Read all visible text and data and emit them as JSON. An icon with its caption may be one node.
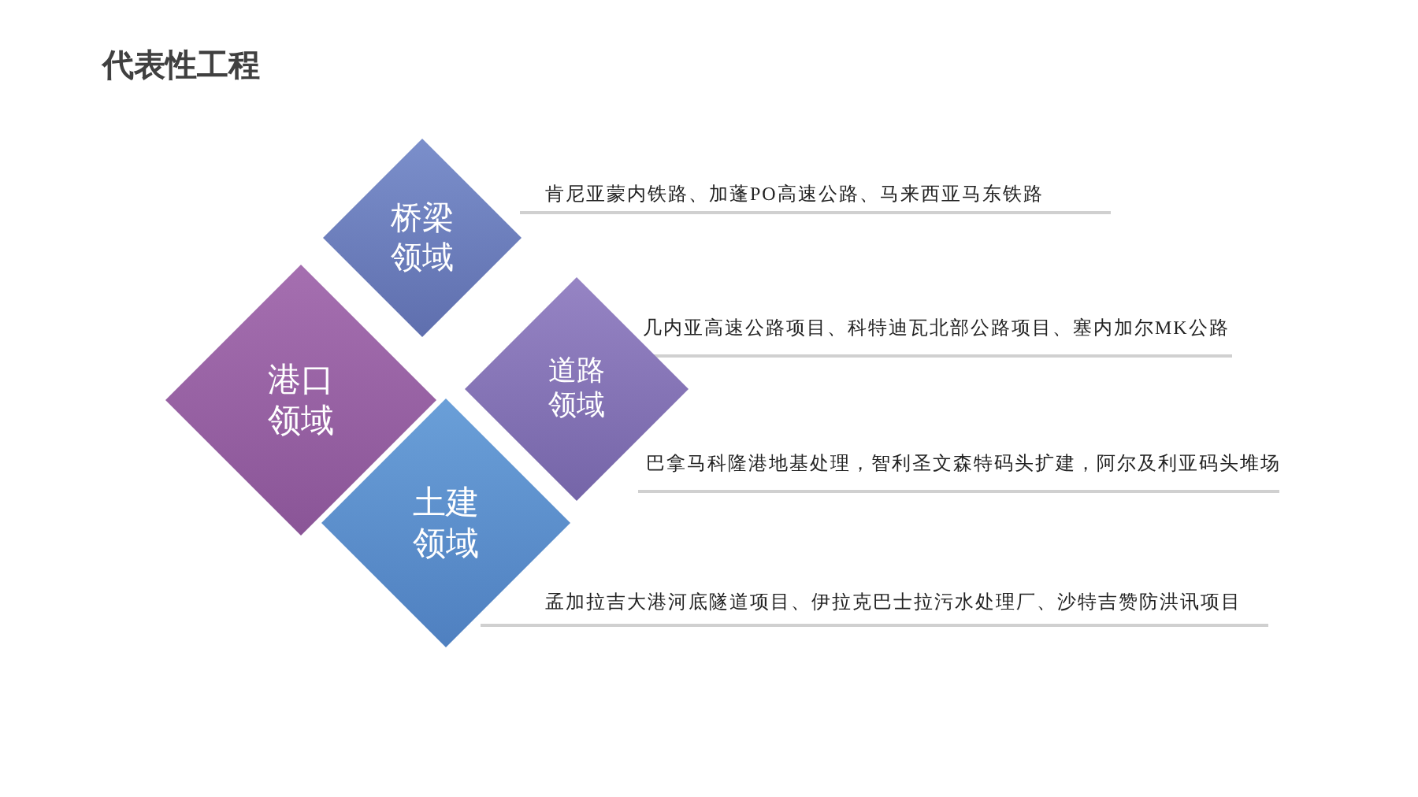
{
  "diagram": {
    "title": "代表性工程",
    "nodes": [
      {
        "text": [
          "桥梁领域"
        ],
        "beside": [
          "肯尼亚蒙内铁路、加蓬PO高速公路、马来西亚马东铁路"
        ]
      },
      {
        "text": [
          "港口领域"
        ]
      },
      {
        "text": [
          "道路领域"
        ],
        "beside": [
          "几内亚高速公路项目、科特迪瓦北部公路项目、塞内加尔MK公路",
          "巴拿马科隆港地基处理，智利圣文森特码头扩建，阿尔及利亚码头堆场"
        ]
      },
      {
        "text": [
          "土建领域"
        ],
        "beside": [
          "孟加拉吉大港河底隧道项目、伊拉克巴士拉污水处理厂、沙特吉赞防洪讯项目"
        ]
      }
    ]
  }
}
